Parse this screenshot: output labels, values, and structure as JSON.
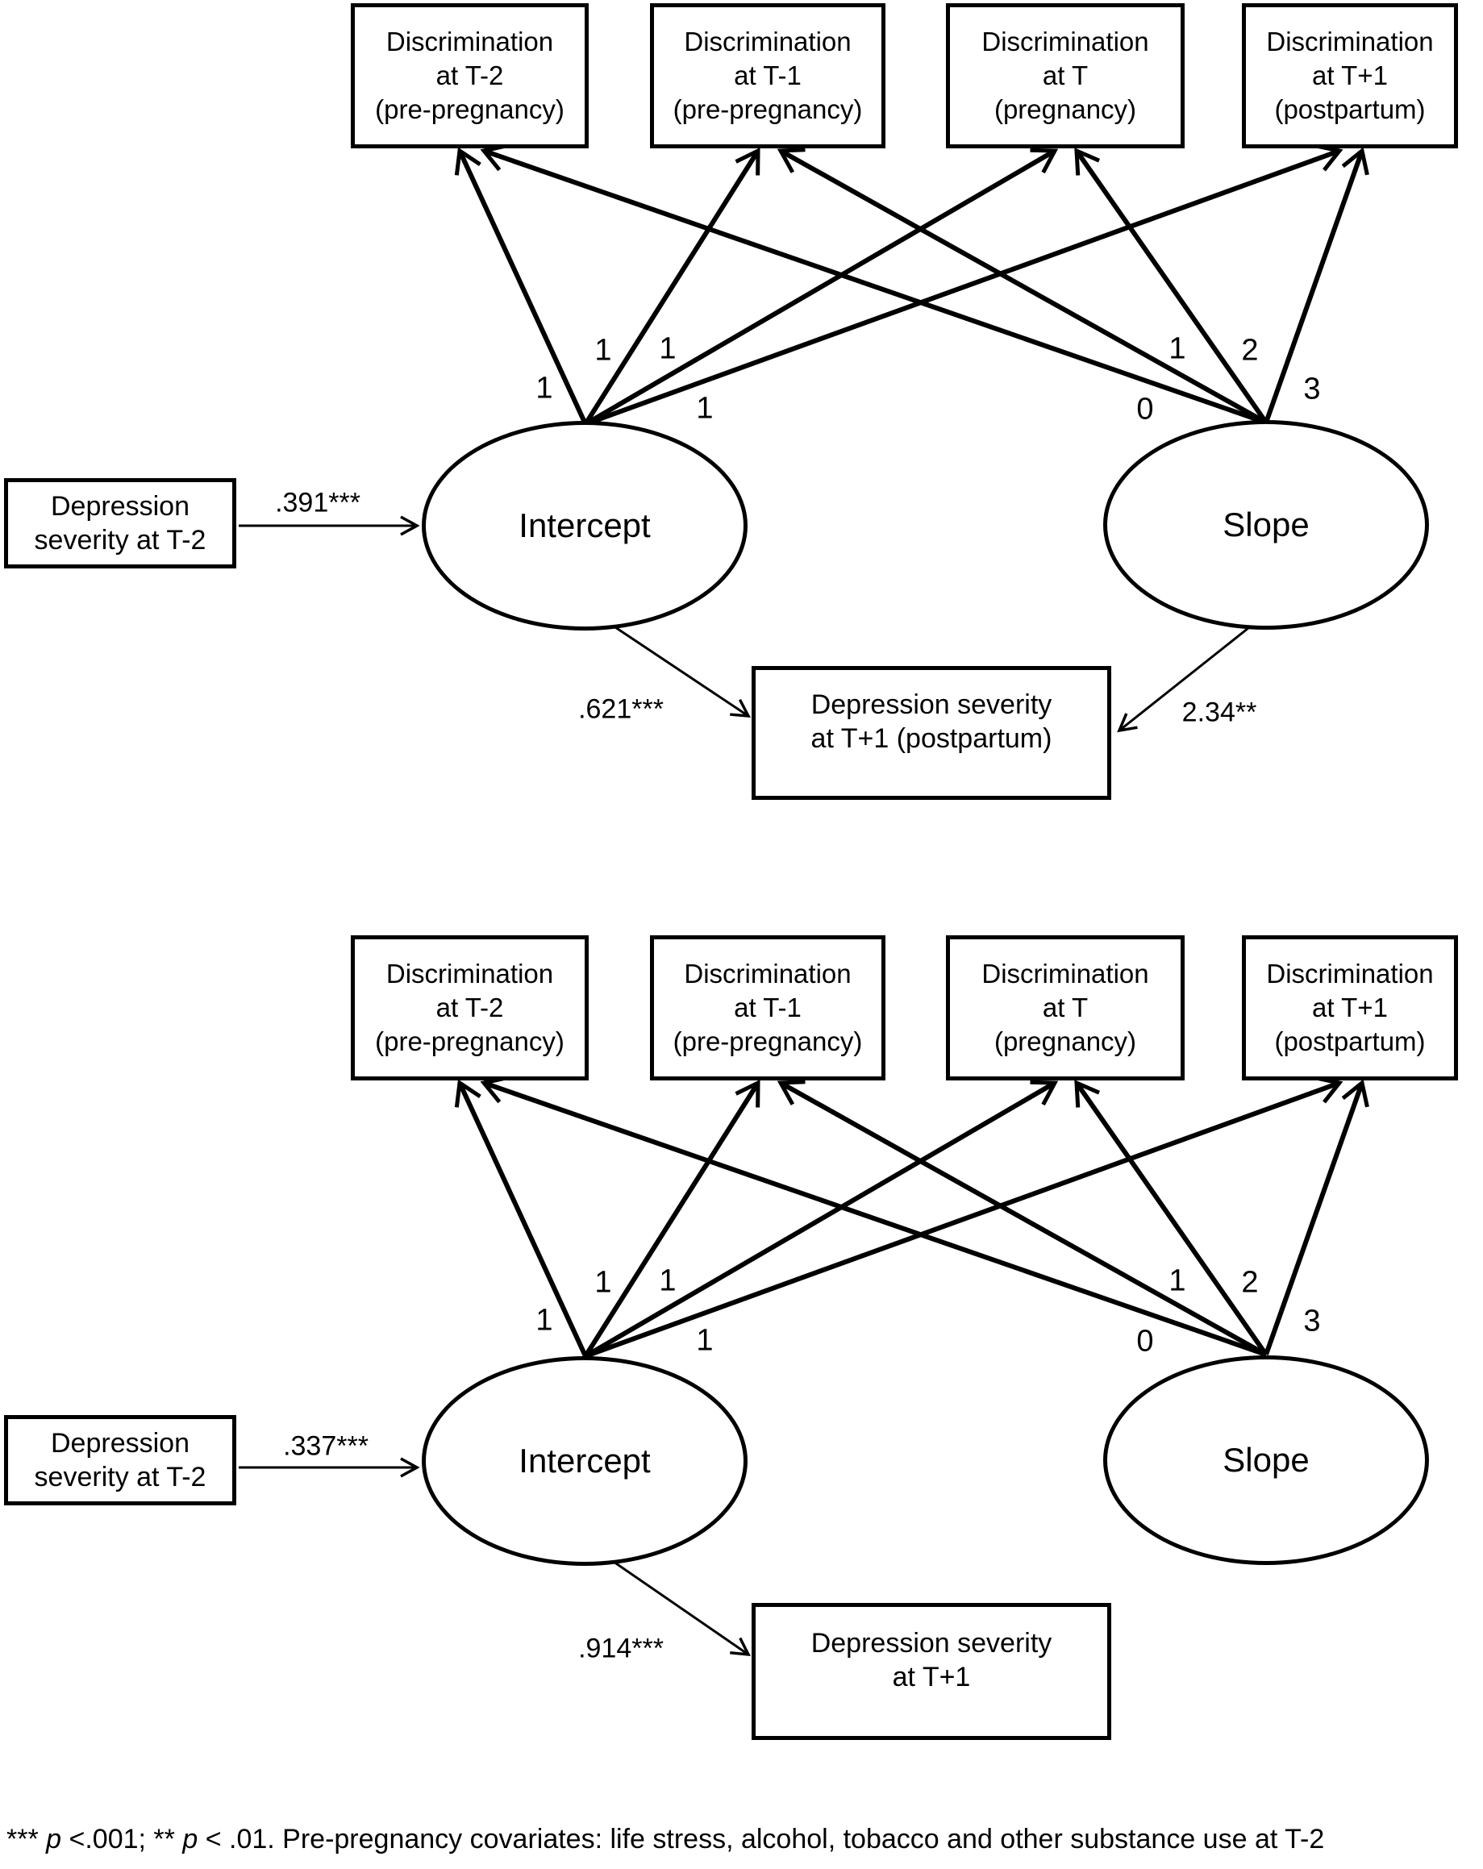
{
  "diagrams": [
    {
      "id": "model-a",
      "indicators": [
        {
          "line1": "Discrimination",
          "line2": "at T-2",
          "line3": "(pre-pregnancy)"
        },
        {
          "line1": "Discrimination",
          "line2": "at T-1",
          "line3": "(pre-pregnancy)"
        },
        {
          "line1": "Discrimination",
          "line2": "at T",
          "line3": "(pregnancy)"
        },
        {
          "line1": "Discrimination",
          "line2": "at T+1",
          "line3": "(postpartum)"
        }
      ],
      "latents": {
        "intercept": "Intercept",
        "slope": "Slope"
      },
      "intercept_loadings": [
        "1",
        "1",
        "1",
        "1"
      ],
      "slope_loadings": [
        "0",
        "1",
        "2",
        "3"
      ],
      "predictor": {
        "line1": "Depression",
        "line2": "severity at T-2",
        "coef": ".391***"
      },
      "outcome": {
        "line1": "Depression severity",
        "line2": "at T+1 (postpartum)",
        "intercept_coef": ".621***",
        "slope_coef": "2.34**"
      }
    },
    {
      "id": "model-b",
      "indicators": [
        {
          "line1": "Discrimination",
          "line2": "at T-2",
          "line3": "(pre-pregnancy)"
        },
        {
          "line1": "Discrimination",
          "line2": "at T-1",
          "line3": "(pre-pregnancy)"
        },
        {
          "line1": "Discrimination",
          "line2": "at T",
          "line3": "(pregnancy)"
        },
        {
          "line1": "Discrimination",
          "line2": "at T+1",
          "line3": "(postpartum)"
        }
      ],
      "latents": {
        "intercept": "Intercept",
        "slope": "Slope"
      },
      "intercept_loadings": [
        "1",
        "1",
        "1",
        "1"
      ],
      "slope_loadings": [
        "0",
        "1",
        "2",
        "3"
      ],
      "predictor": {
        "line1": "Depression",
        "line2": "severity at T-2",
        "coef": ".337***"
      },
      "outcome": {
        "line1": "Depression severity",
        "line2": "at T+1",
        "intercept_coef": ".914***"
      }
    }
  ],
  "footnote": {
    "seg1": "*** ",
    "p1": "p",
    "seg2": " <.001; ** ",
    "p2": "p",
    "seg3": " < .01. Pre-pregnancy covariates: life stress, alcohol, tobacco and other substance use at T-2"
  },
  "colors": {
    "stroke": "#000000",
    "background": "#ffffff"
  }
}
